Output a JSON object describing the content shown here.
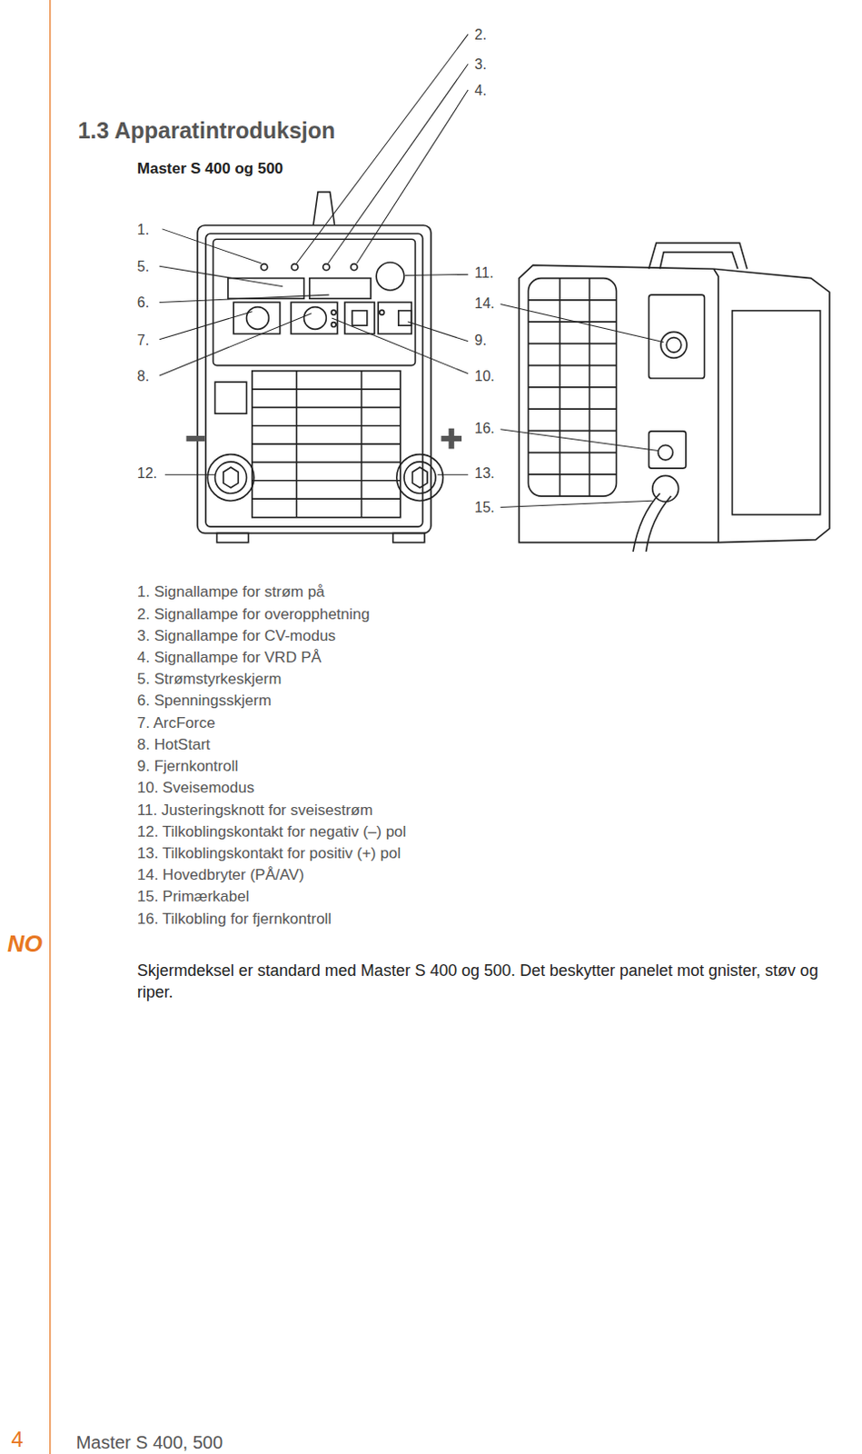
{
  "diagram": {
    "title": "1.3 Apparatintroduksjon",
    "labels": [
      "Master S 400 og 500",
      "1.",
      "5.",
      "6.",
      "7.",
      "8.",
      "12.",
      "2.",
      "3.",
      "4.",
      "11.",
      "14.",
      "9.",
      "10.",
      "16.",
      "13.",
      "15.",
      "1. Signallampe for strøm på",
      "2. Signallampe for overopphetning",
      "3. Signallampe for CV-modus",
      "4. Signallampe for VRD PÅ",
      "5. Strømstyrkeskjerm",
      "6. Spenningsskjerm",
      "7. ArcForce",
      "8. HotStart",
      "9. Fjernkontroll",
      "10. Sveisemodus",
      "11. Justeringsknott for sveisestrøm",
      "12. Tilkoblingskontakt for negativ (–) pol",
      "13. Tilkoblingskontakt for positiv (+) pol",
      "14. Hovedbryter (PÅ/AV)",
      "15. Primærkabel",
      "16. Tilkobling for fjernkontroll",
      "Skjermdeksel er standard med Master S 400 og 500. Det beskytter panelet mot gnister, støv og riper.",
      "NO",
      "4",
      "Master S 400, 500"
    ]
  }
}
